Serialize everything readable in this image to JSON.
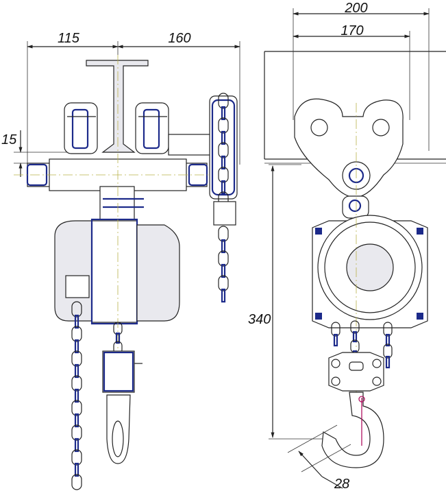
{
  "dimensions": {
    "front_left_width": "115",
    "front_right_width": "160",
    "front_offset": "15",
    "side_outer_width": "200",
    "side_inner_width": "170",
    "side_height": "340",
    "hook_opening": "28"
  },
  "colors": {
    "outline": "#222222",
    "accent_blue": "#1c2a8a",
    "center_line": "#b9b14a",
    "body_fill": "#e9e9ee",
    "chain_accent": "#b01060"
  }
}
